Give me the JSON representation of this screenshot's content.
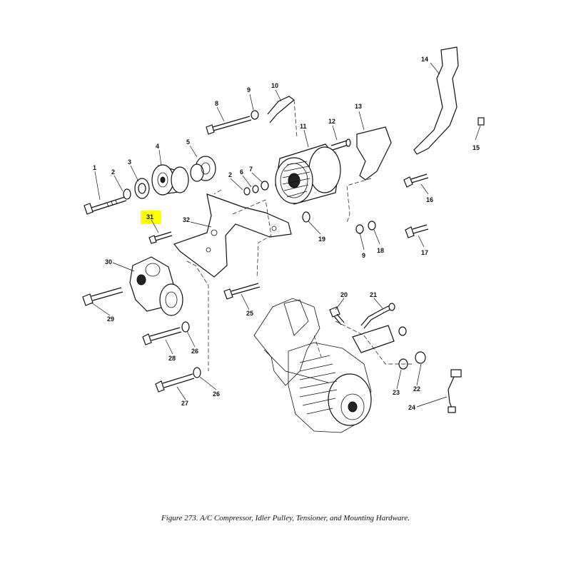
{
  "figure": {
    "caption": "Figure 273.  A/C Compressor, Idler Pulley, Tensioner, and Mounting Hardware.",
    "highlight_color": "#ffff00"
  },
  "callouts": {
    "c1": "1",
    "c2a": "2",
    "c3": "3",
    "c4": "4",
    "c5": "5",
    "c2b": "2",
    "c6": "6",
    "c7": "7",
    "c8": "8",
    "c9a": "9",
    "c10": "10",
    "c11": "11",
    "c12": "12",
    "c13": "13",
    "c14": "14",
    "c15": "15",
    "c16": "16",
    "c17": "17",
    "c18": "18",
    "c9b": "9",
    "c19": "19",
    "c31": "31",
    "c32": "32",
    "c30": "30",
    "c29": "29",
    "c25": "25",
    "c26a": "26",
    "c28": "28",
    "c26b": "26",
    "c27": "27",
    "c20": "20",
    "c21": "21",
    "c22": "22",
    "c23": "23",
    "c24": "24"
  }
}
